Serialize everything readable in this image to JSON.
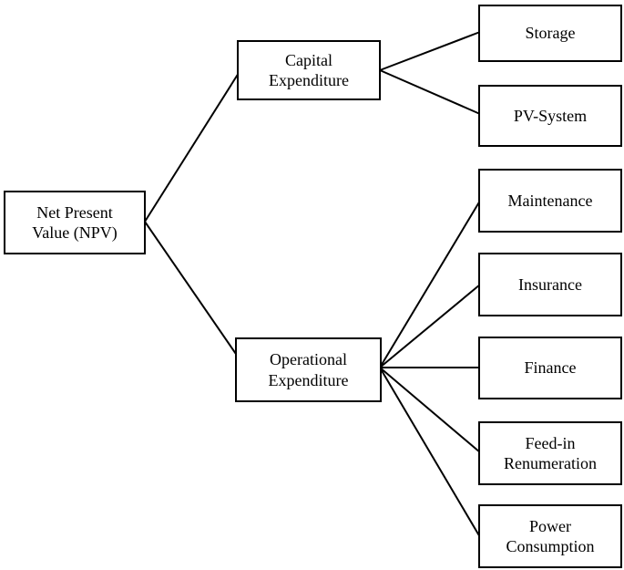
{
  "diagram": {
    "type": "tree",
    "colors": {
      "background": "#ffffff",
      "box_fill": "#ffffff",
      "box_border": "#000000",
      "line": "#000000",
      "text": "#000000"
    },
    "nodes": {
      "npv": {
        "label": "Net Present Value (NPV)",
        "line1": "Net Present",
        "line2": "Value (NPV)"
      },
      "capex": {
        "label": "Capital Expenditure",
        "line1": "Capital",
        "line2": "Expenditure"
      },
      "opex": {
        "label": "Operational Expenditure",
        "line1": "Operational",
        "line2": "Expenditure"
      },
      "storage": {
        "label": "Storage",
        "line1": "Storage"
      },
      "pv_system": {
        "label": "PV-System",
        "line1": "PV-System"
      },
      "maintenance": {
        "label": "Maintenance",
        "line1": "Maintenance"
      },
      "insurance": {
        "label": "Insurance",
        "line1": "Insurance"
      },
      "finance": {
        "label": "Finance",
        "line1": "Finance"
      },
      "feed_in": {
        "label": "Feed-in Renumeration",
        "line1": "Feed-in",
        "line2": "Renumeration"
      },
      "power": {
        "label": "Power Consumption",
        "line1": "Power",
        "line2": "Consumption"
      }
    },
    "edges": [
      {
        "from": "npv",
        "to": "capex"
      },
      {
        "from": "npv",
        "to": "opex"
      },
      {
        "from": "capex",
        "to": "storage"
      },
      {
        "from": "capex",
        "to": "pv_system"
      },
      {
        "from": "opex",
        "to": "maintenance"
      },
      {
        "from": "opex",
        "to": "insurance"
      },
      {
        "from": "opex",
        "to": "finance"
      },
      {
        "from": "opex",
        "to": "feed_in"
      },
      {
        "from": "opex",
        "to": "power"
      }
    ]
  }
}
